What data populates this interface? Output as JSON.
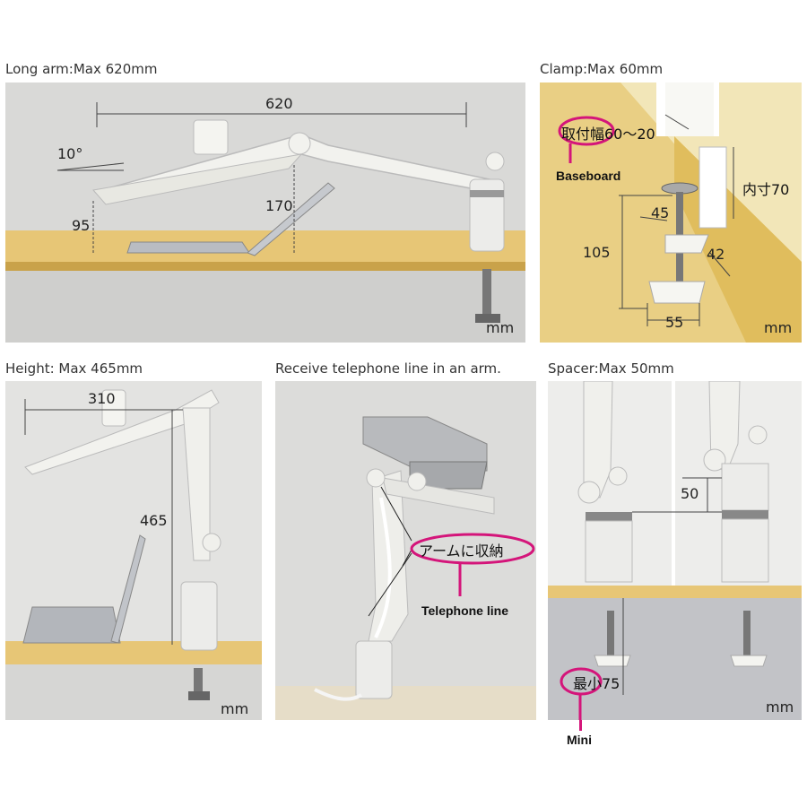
{
  "panels": {
    "long_arm": {
      "title": "Long arm:Max 620mm",
      "dim_width": "620",
      "dim_angle": "10°",
      "dim_height_left": "95",
      "dim_height_mid": "170",
      "unit": "mm"
    },
    "clamp": {
      "title": "Clamp:Max 60mm",
      "range_label": "取付幅60～20",
      "baseboard_caption": "Baseboard",
      "inner_label": "内寸70",
      "dim_45": "45",
      "dim_105": "105",
      "dim_42": "42",
      "dim_55": "55",
      "unit": "mm"
    },
    "height": {
      "title": "Height: Max 465mm",
      "dim_width": "310",
      "dim_height": "465",
      "unit": "mm"
    },
    "telephone": {
      "title": "Receive telephone line in an arm.",
      "jp_label": "アームに収納",
      "caption": "Telephone line"
    },
    "spacer": {
      "title": "Spacer:Max 50mm",
      "dim_50": "50",
      "min_label": "最小75",
      "min_caption": "Mini",
      "unit": "mm"
    }
  },
  "colors": {
    "accent_magenta": "#d4157a",
    "desk": "#e7c676",
    "wall_clamp": "#c9a24a"
  }
}
